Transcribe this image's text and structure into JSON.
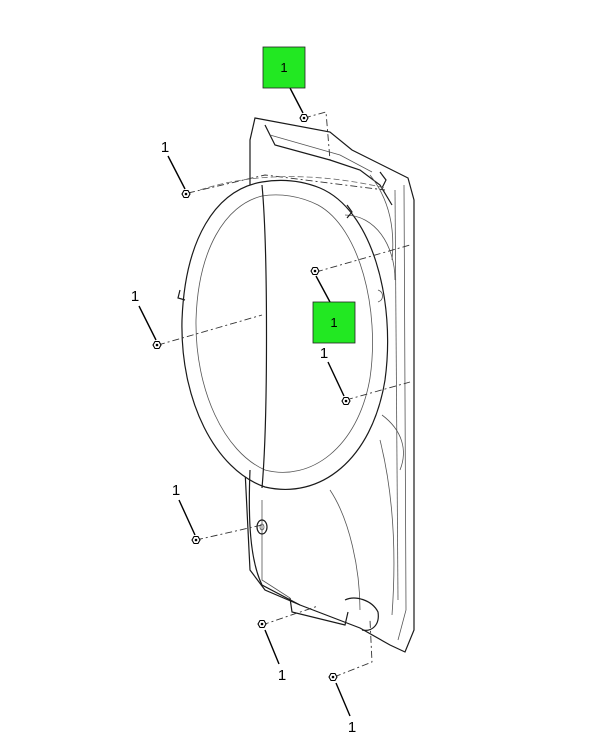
{
  "callouts": [
    {
      "id": "c1",
      "label": "1",
      "highlight": true
    },
    {
      "id": "c2",
      "label": "1",
      "highlight": false
    },
    {
      "id": "c3",
      "label": "1",
      "highlight": false
    },
    {
      "id": "c4",
      "label": "1",
      "highlight": true
    },
    {
      "id": "c5",
      "label": "1",
      "highlight": false
    },
    {
      "id": "c6",
      "label": "1",
      "highlight": false
    },
    {
      "id": "c7",
      "label": "1",
      "highlight": false
    },
    {
      "id": "c8",
      "label": "1",
      "highlight": false
    }
  ],
  "colors": {
    "highlight": "#22e822",
    "linework": "#1a1a1a"
  }
}
